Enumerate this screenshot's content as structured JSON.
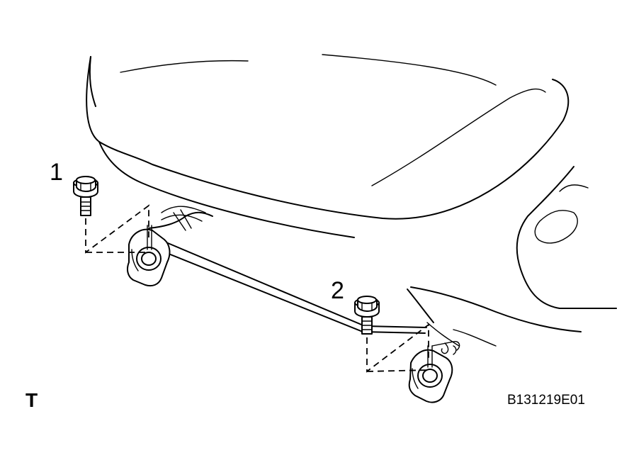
{
  "callouts": {
    "bolt_1": "1",
    "bolt_2": "2"
  },
  "view_marker": "T",
  "figure_code": "B131219E01"
}
